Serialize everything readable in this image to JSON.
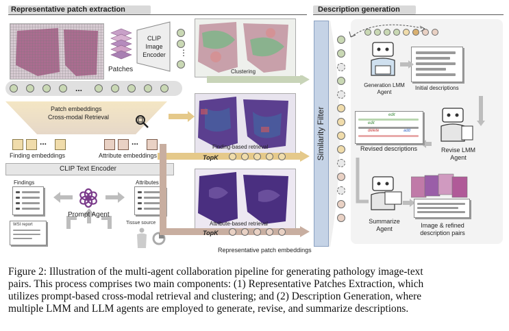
{
  "sections": {
    "left_title": "Representative patch extraction",
    "right_title": "Description generation"
  },
  "labels": {
    "patches": "Patches",
    "clip_image_encoder": "CLIP Image Encoder",
    "clustering": "Clustering",
    "patch_embeddings": "Patch embeddings",
    "cross_modal_retrieval": "Cross-modal Retrieval",
    "finding_embeddings": "Finding embeddings",
    "attribute_embeddings": "Attribute embeddings",
    "clip_text_encoder": "CLIP Text Encoder",
    "findings": "Findings",
    "attributes": "Attributes",
    "prompt_agent": "Prompt Agent",
    "wsi_report": "WSI report",
    "tissue_source": "Tissue source",
    "finding_based_retrieval": "Finding-based retrieval",
    "attribute_based_retrieval": "Attribute-based retrieval",
    "topk_1": "TopK",
    "topk_2": "TopK",
    "representative_patch_embeddings": "Representative patch embeddings",
    "similarity_filter": "Similarity Filter",
    "generation_agent": "Generation LMM Agent",
    "initial_descriptions": "Initial descriptions",
    "revised_descriptions": "Revised descriptions",
    "revise_agent": "Revise LMM Agent",
    "summarize_agent": "Summarize Agent",
    "image_refined_pairs": "Image & refined description pairs",
    "edit_1": "edit",
    "edit_2": "edit",
    "delete": "delete",
    "add": "add",
    "ellipsis": "...",
    "ellipsis_v": "⋮"
  },
  "caption": {
    "line1": "Figure 2: Illustration of the multi-agent collaboration pipeline for generating pathology image-text",
    "line2": "pairs. This process comprises two main components: (1) Representative Patches Extraction, which",
    "line3": "utilizes prompt-based cross-modal retrieval and clustering; and (2) Description Generation, where",
    "line4": "multiple LMM and LLM agents are employed to generate, revise, and summarize descriptions."
  },
  "colors": {
    "tissue_pink": "#a35c84",
    "tissue_purple": "#5b3f8f",
    "cluster_green": "#7fb58a",
    "embed_green": "#c9d8b4",
    "finding_box": "#f0dcab",
    "attribute_box": "#e9d1c4",
    "arrow_gold": "#e5c98a",
    "arrow_gray": "#bdbdbd"
  }
}
